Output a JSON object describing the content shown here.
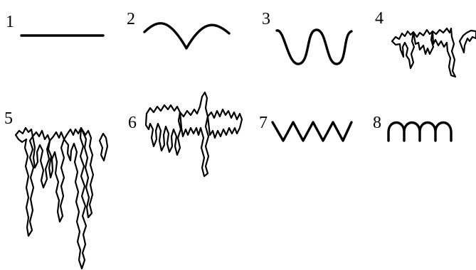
{
  "panels": [
    {
      "label": "1",
      "shape": "straight-line"
    },
    {
      "label": "2",
      "shape": "gentle-wave"
    },
    {
      "label": "3",
      "shape": "deep-wave"
    },
    {
      "label": "4",
      "shape": "jagged-fingers-short"
    },
    {
      "label": "5",
      "shape": "jagged-fingers-long"
    },
    {
      "label": "6",
      "shape": "jagged-fingers-dense"
    },
    {
      "label": "7",
      "shape": "zigzag"
    },
    {
      "label": "8",
      "shape": "arches"
    }
  ]
}
